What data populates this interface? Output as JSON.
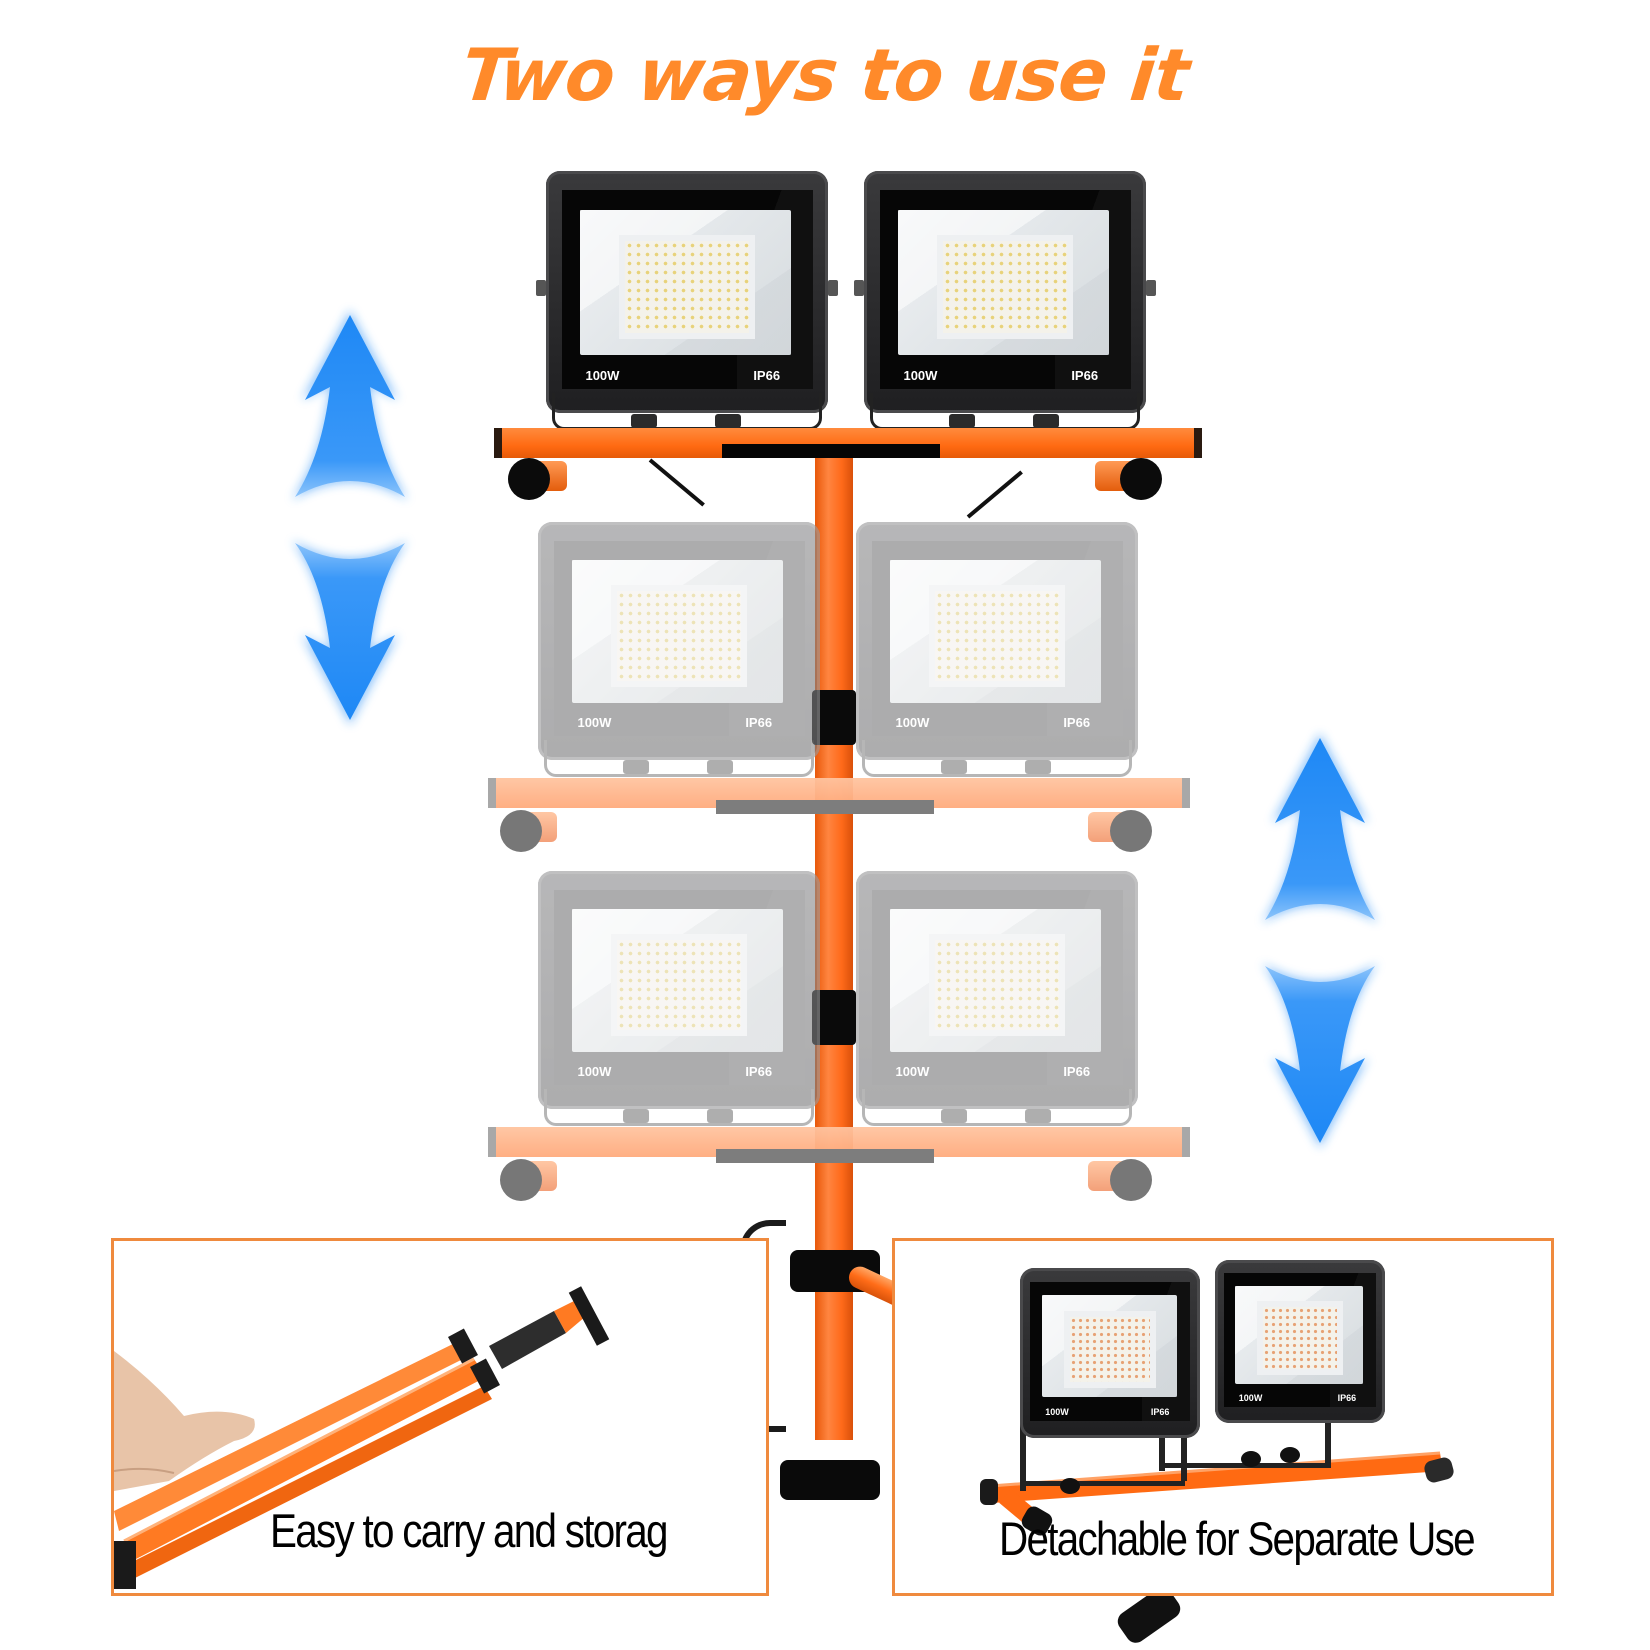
{
  "title": {
    "text": "Two ways to use it",
    "color": "#ff8a2a"
  },
  "lights": {
    "wattage_label": "100W",
    "rating_label": "IP66"
  },
  "arrows": {
    "left": {
      "icon": "up-down-arrow-icon",
      "color": "#1e88f5"
    },
    "right": {
      "icon": "up-down-arrow-icon",
      "color": "#1e88f5"
    }
  },
  "features": [
    {
      "caption": "Easy to carry and storag",
      "image": "folded-tripod-in-hand"
    },
    {
      "caption": "Detachable for Separate Use",
      "image": "two-floodlights-on-h-stand"
    }
  ],
  "colors": {
    "accent_orange": "#ff6a12",
    "box_border": "#ef8a3e",
    "arrow_blue": "#1e88f5"
  }
}
